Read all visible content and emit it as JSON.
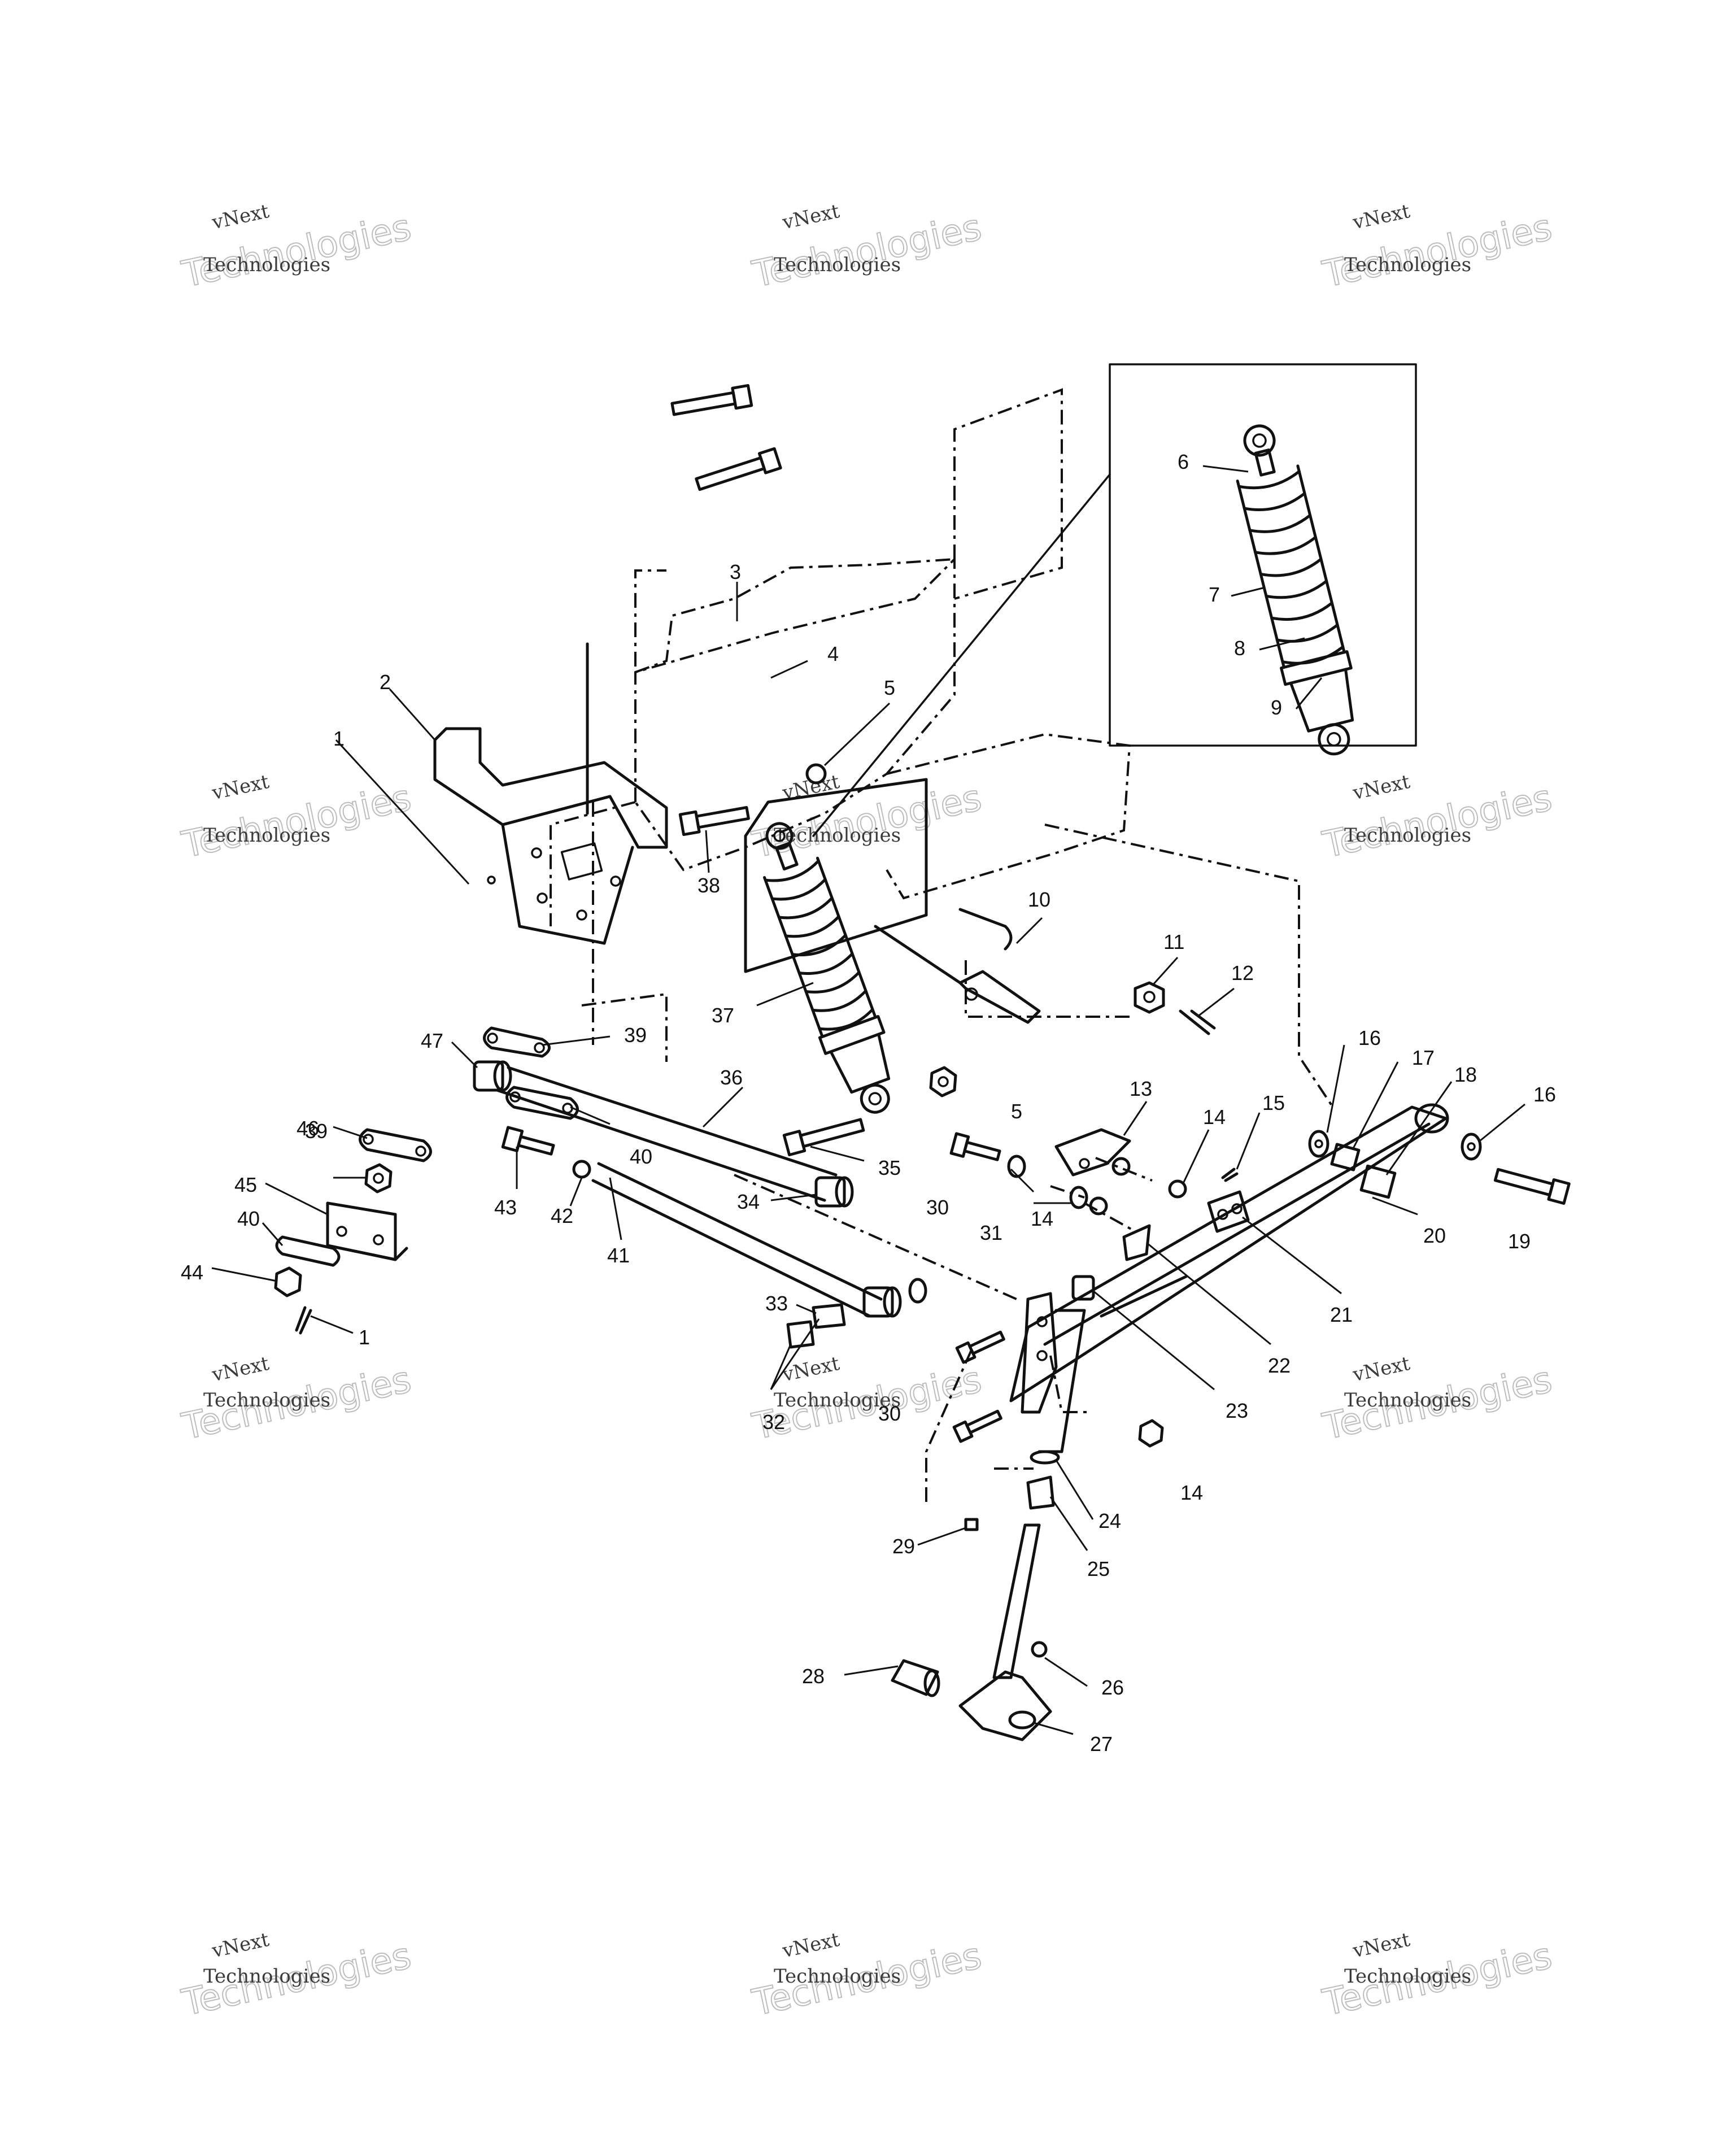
{
  "watermark": {
    "line1": "vNext",
    "line2": "Technologies",
    "overlay": "Technologies"
  },
  "callouts": [
    {
      "id": "c1a",
      "label": "1"
    },
    {
      "id": "c1b",
      "label": "1"
    },
    {
      "id": "c2",
      "label": "2"
    },
    {
      "id": "c3",
      "label": "3"
    },
    {
      "id": "c4",
      "label": "4"
    },
    {
      "id": "c5a",
      "label": "5"
    },
    {
      "id": "c5b",
      "label": "5"
    },
    {
      "id": "c6",
      "label": "6"
    },
    {
      "id": "c7",
      "label": "7"
    },
    {
      "id": "c8",
      "label": "8"
    },
    {
      "id": "c9",
      "label": "9"
    },
    {
      "id": "c10",
      "label": "10"
    },
    {
      "id": "c11",
      "label": "11"
    },
    {
      "id": "c12",
      "label": "12"
    },
    {
      "id": "c13",
      "label": "13"
    },
    {
      "id": "c14a",
      "label": "14"
    },
    {
      "id": "c14b",
      "label": "14"
    },
    {
      "id": "c14c",
      "label": "14"
    },
    {
      "id": "c15",
      "label": "15"
    },
    {
      "id": "c16a",
      "label": "16"
    },
    {
      "id": "c16b",
      "label": "16"
    },
    {
      "id": "c17",
      "label": "17"
    },
    {
      "id": "c18",
      "label": "18"
    },
    {
      "id": "c19",
      "label": "19"
    },
    {
      "id": "c20",
      "label": "20"
    },
    {
      "id": "c21",
      "label": "21"
    },
    {
      "id": "c22",
      "label": "22"
    },
    {
      "id": "c23",
      "label": "23"
    },
    {
      "id": "c24",
      "label": "24"
    },
    {
      "id": "c25",
      "label": "25"
    },
    {
      "id": "c26",
      "label": "26"
    },
    {
      "id": "c27",
      "label": "27"
    },
    {
      "id": "c28",
      "label": "28"
    },
    {
      "id": "c29",
      "label": "29"
    },
    {
      "id": "c30a",
      "label": "30"
    },
    {
      "id": "c30b",
      "label": "30"
    },
    {
      "id": "c31",
      "label": "31"
    },
    {
      "id": "c32",
      "label": "32"
    },
    {
      "id": "c33",
      "label": "33"
    },
    {
      "id": "c34",
      "label": "34"
    },
    {
      "id": "c35",
      "label": "35"
    },
    {
      "id": "c36",
      "label": "36"
    },
    {
      "id": "c37",
      "label": "37"
    },
    {
      "id": "c38",
      "label": "38"
    },
    {
      "id": "c39a",
      "label": "39"
    },
    {
      "id": "c39b",
      "label": "39"
    },
    {
      "id": "c40a",
      "label": "40"
    },
    {
      "id": "c40b",
      "label": "40"
    },
    {
      "id": "c41",
      "label": "41"
    },
    {
      "id": "c42",
      "label": "42"
    },
    {
      "id": "c43",
      "label": "43"
    },
    {
      "id": "c44",
      "label": "44"
    },
    {
      "id": "c45",
      "label": "45"
    },
    {
      "id": "c46",
      "label": "46"
    },
    {
      "id": "c47",
      "label": "47"
    }
  ]
}
